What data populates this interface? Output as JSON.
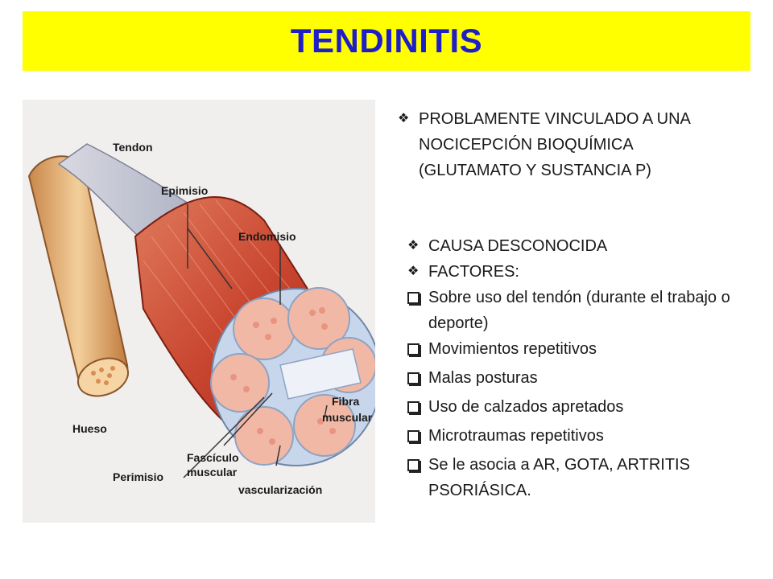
{
  "title": "TENDINITIS",
  "figure": {
    "labels": {
      "tendon": "Tendon",
      "epimisio": "Epimisio",
      "endomisio": "Endomisio",
      "hueso": "Hueso",
      "perimisio": "Perimisio",
      "fasciculo": "Fascículo",
      "fasciculo2": "muscular",
      "fibra": "Fibra",
      "fibra2": "muscular",
      "vascularizacion": "vascularización"
    }
  },
  "block1": {
    "items": [
      {
        "marker": "diamond",
        "text": "PROBLAMENTE VINCULADO A UNA NOCICEPCIÓN BIOQUÍMICA (GLUTAMATO Y SUSTANCIA P)"
      }
    ]
  },
  "block2": {
    "items": [
      {
        "marker": "diamond",
        "text": "CAUSA DESCONOCIDA"
      },
      {
        "marker": "diamond",
        "text": "FACTORES:"
      },
      {
        "marker": "box",
        "text": "Sobre uso del tendón (durante el trabajo o deporte)"
      },
      {
        "marker": "box",
        "text": "Movimientos repetitivos"
      },
      {
        "marker": "box",
        "text": "Malas posturas"
      },
      {
        "marker": "box",
        "text": "Uso de calzados apretados"
      },
      {
        "marker": "box",
        "text": "Microtraumas repetitivos"
      },
      {
        "marker": "box",
        "text": "Se le asocia a AR, GOTA, ARTRITIS PSORIÁSICA."
      }
    ]
  }
}
